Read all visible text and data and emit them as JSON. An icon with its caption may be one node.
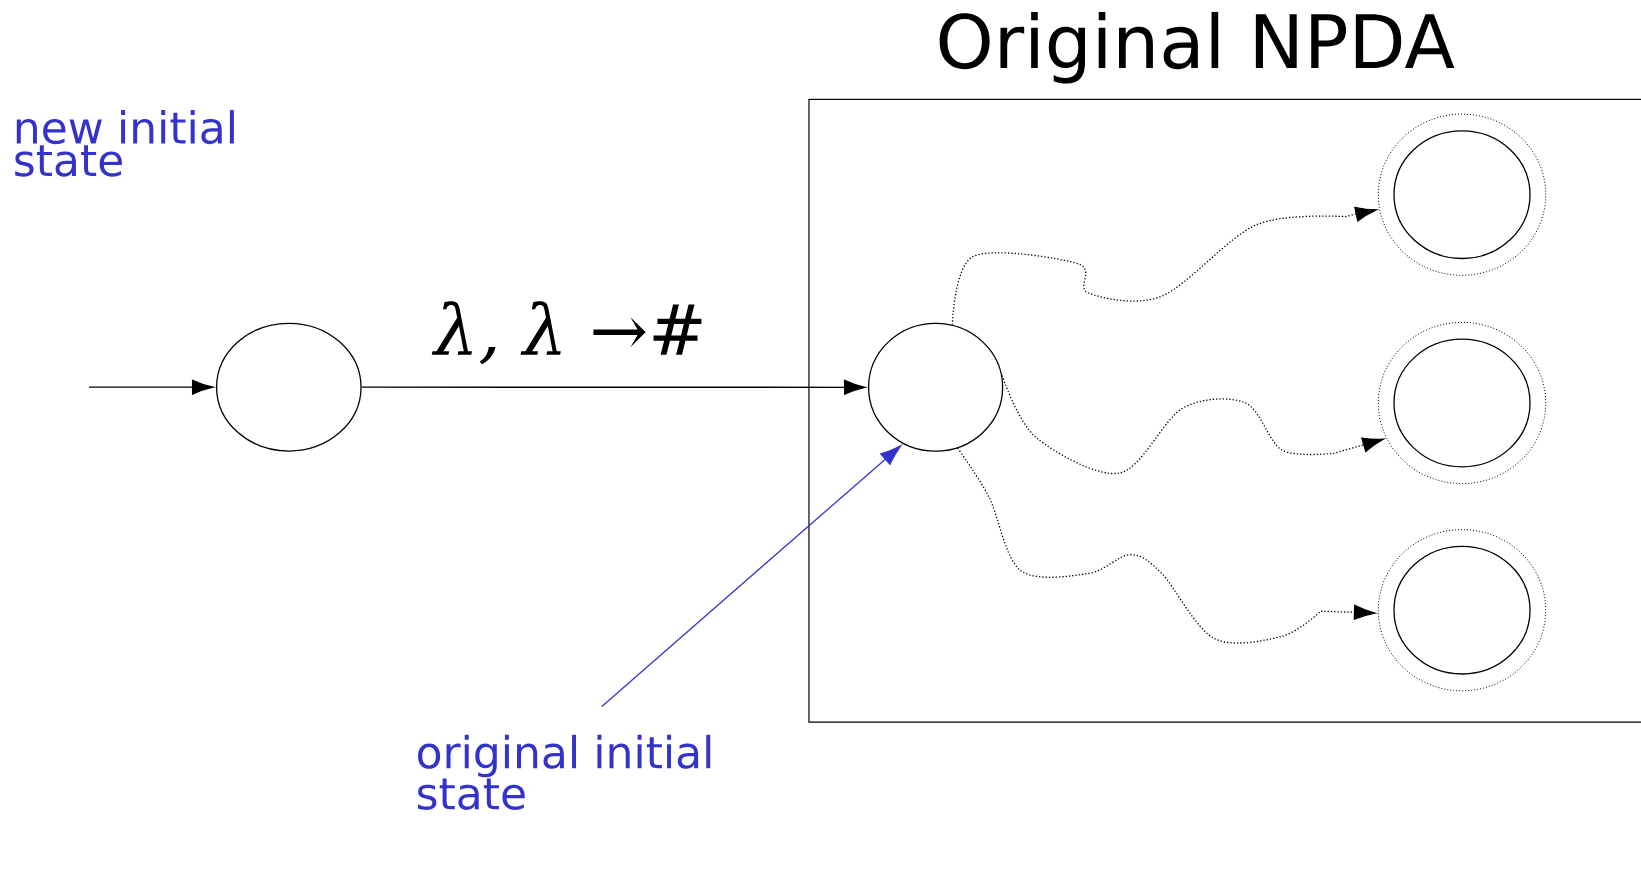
{
  "diagram": {
    "nodes": [
      {
        "text": [
          "Original NPDA"
        ]
      },
      {
        "text": [],
        "shape": "circle",
        "beside": [
          "new initial state"
        ]
      },
      {
        "text": [],
        "shape": "circle",
        "in": 0
      },
      {
        "text": [],
        "shape": "circle",
        "in": 0
      },
      {
        "text": [],
        "shape": "circle",
        "in": 0
      },
      {
        "text": [],
        "shape": "circle",
        "in": 0
      },
      {
        "text": [
          "original initial state"
        ]
      }
    ],
    "edges": [
      {
        "from": null,
        "to": 1,
        "arrow": "to"
      },
      {
        "from": 1,
        "to": 2,
        "arrow": "to",
        "label": "λ, λ →#"
      },
      {
        "from": 2,
        "to": 3,
        "arrow": "to",
        "style": "dashed"
      },
      {
        "from": 2,
        "to": 4,
        "arrow": "to",
        "style": "dashed"
      },
      {
        "from": 2,
        "to": 5,
        "arrow": "to",
        "style": "dashed"
      },
      {
        "from": 6,
        "to": 2,
        "arrow": "to",
        "color": "#3333cc"
      }
    ]
  }
}
